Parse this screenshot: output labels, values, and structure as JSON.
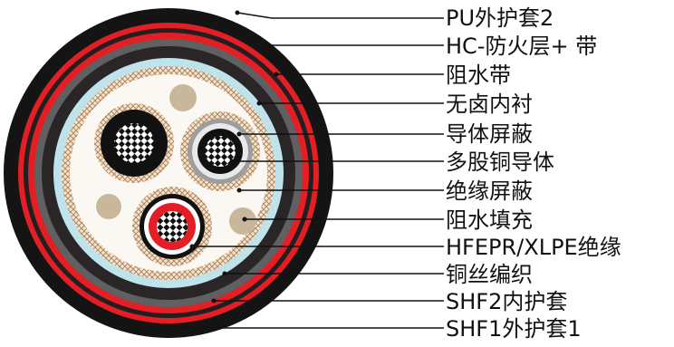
{
  "diagram": {
    "labels": [
      "PU外护套2",
      "HC-防火层+ 带",
      "阻水带",
      "无卤内衬",
      "导体屏蔽",
      "多股铜导体",
      "绝缘屏蔽",
      "阻水填充",
      "HFEPR/XLPE绝缘",
      "铜丝编织",
      "SHF2内护套",
      "SHF1外护套1"
    ],
    "colors": {
      "outer_black": "#141414",
      "red_layer": "#e31e24",
      "dark_band": "#231f20",
      "grey_band": "#6d6e71",
      "light_blue": "#bfe3ea",
      "braid": "#c8a27c",
      "filler_beige": "#c9b79c",
      "insulation_grey": "#9d9d9d",
      "white": "#ffffff"
    }
  }
}
